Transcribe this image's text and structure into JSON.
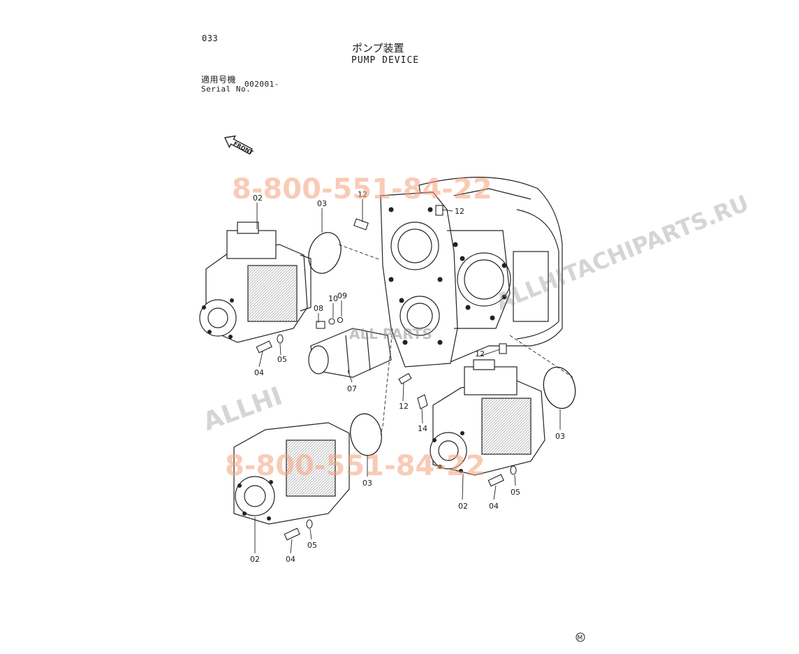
{
  "header": {
    "page_number": "033",
    "title_jp": "ポンプ装置",
    "title_en": "PUMP DEVICE",
    "applicable_jp": "適用号機",
    "serial_label": "Serial No.",
    "serial_value": "002001-"
  },
  "front_arrow_label": "FRONT",
  "callouts": {
    "c02a": "02",
    "c03a": "03",
    "c12a": "12",
    "c12b": "12",
    "c08": "08",
    "c10": "10",
    "c09": "09",
    "c04a": "04",
    "c05a": "05",
    "c07": "07",
    "c12c": "12",
    "c12d": "12",
    "c14": "14",
    "c03b": "03",
    "c03c": "03",
    "c02b": "02",
    "c04b": "04",
    "c05b": "05",
    "c02c": "02",
    "c04c": "04",
    "c05c": "05"
  },
  "watermarks": {
    "phone_top": "8-800-551-84-22",
    "phone_bottom": "8-800-551-84-22",
    "site": "ALLHITACHIPARTS.RU",
    "site_short": "ALLHI",
    "center_logo": "ALL PARTS"
  },
  "mark": "M"
}
